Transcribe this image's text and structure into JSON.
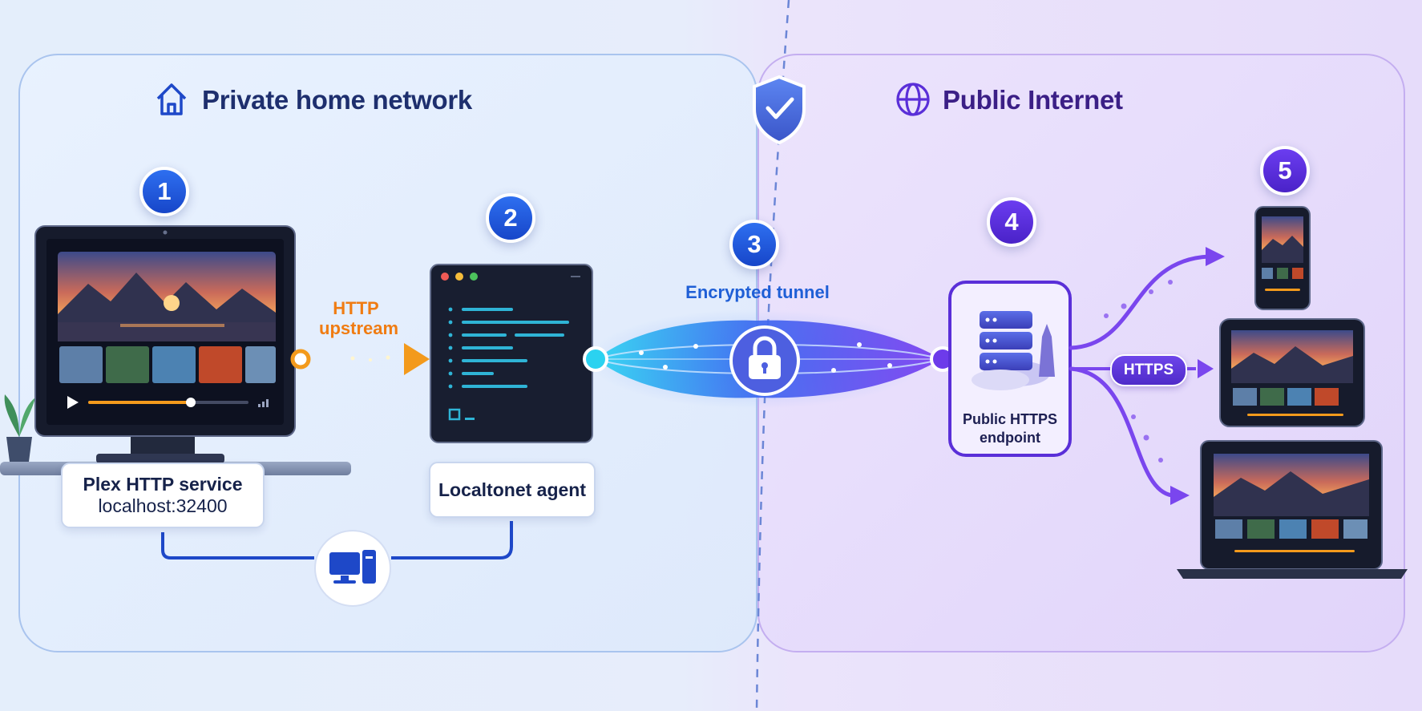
{
  "zones": {
    "left_title": "Private home network",
    "right_title": "Public Internet"
  },
  "steps": [
    "1",
    "2",
    "3",
    "4",
    "5"
  ],
  "labels": {
    "plex_service": "Plex HTTP service",
    "plex_address": "localhost:32400",
    "agent": "Localtonet agent",
    "http_line1": "HTTP",
    "http_line2": "upstream",
    "tunnel": "Encrypted tunnel",
    "endpoint_line1": "Public HTTPS",
    "endpoint_line2": "endpoint",
    "https": "HTTPS"
  },
  "icons": [
    "house-icon",
    "globe-icon",
    "shield-check-icon",
    "lock-icon",
    "server-stack-icon",
    "computer-icon",
    "play-icon",
    "volume-icon"
  ],
  "colors": {
    "left_accent": "#1e48c8",
    "right_accent": "#5a2fd8",
    "http_orange": "#f39a1c",
    "tunnel_cyan": "#1fc7ea"
  }
}
